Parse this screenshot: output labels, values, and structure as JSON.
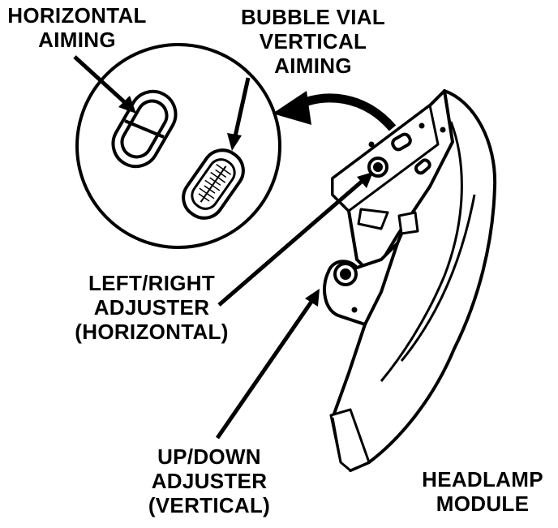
{
  "labels": {
    "horizontal_aiming": [
      "HORIZONTAL",
      "AIMING"
    ],
    "bubble_vial": [
      "BUBBLE VIAL",
      "VERTICAL",
      "AIMING"
    ],
    "left_right_adjuster": [
      "LEFT/RIGHT",
      "ADJUSTER",
      "(HORIZONTAL)"
    ],
    "up_down_adjuster": [
      "UP/DOWN",
      "ADJUSTER",
      "(VERTICAL)"
    ],
    "headlamp_module": [
      "HEADLAMP",
      "MODULE"
    ]
  },
  "colors": {
    "ink": "#000000",
    "paper": "#ffffff"
  }
}
